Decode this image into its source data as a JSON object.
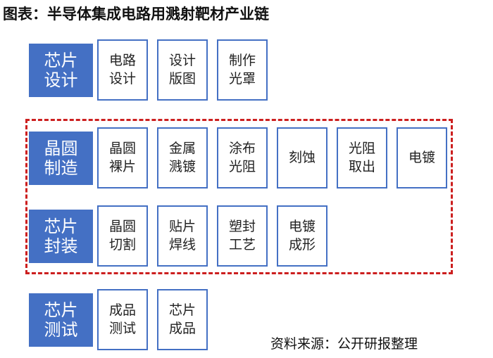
{
  "title": "图表：半导体集成电路用溅射靶材产业链",
  "source": "资料来源：公开研报整理",
  "rows": [
    {
      "stage": "芯片\n设计",
      "steps": [
        "电路\n设计",
        "设计\n版图",
        "制作\n光罩"
      ]
    },
    {
      "stage": "晶圆\n制造",
      "steps": [
        "晶圆\n裸片",
        "金属\n溅镀",
        "涂布\n光阻",
        "刻蚀",
        "光阻\n取出",
        "电镀"
      ]
    },
    {
      "stage": "芯片\n封装",
      "steps": [
        "晶圆\n切割",
        "贴片\n焊线",
        "塑封\n工艺",
        "电镀\n成形"
      ]
    },
    {
      "stage": "芯片\n测试",
      "steps": [
        "成品\n测试",
        "芯片\n成品"
      ]
    }
  ],
  "colors": {
    "stage_fill": "#4470c4",
    "step_border": "#4470c4",
    "highlight_dash": "#cc1f1f"
  }
}
